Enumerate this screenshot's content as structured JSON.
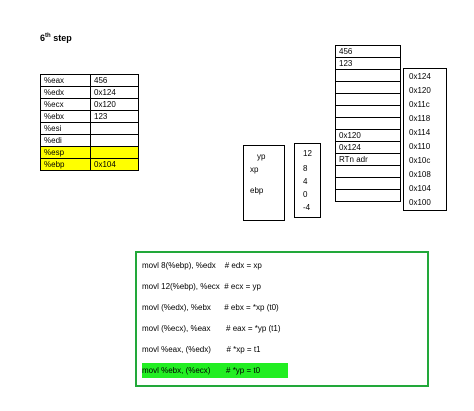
{
  "title": {
    "number": "6",
    "suffix": "th",
    "word": "step"
  },
  "registers": [
    {
      "name": "%eax",
      "value": "456"
    },
    {
      "name": "%edx",
      "value": "0x124"
    },
    {
      "name": "%ecx",
      "value": "0x120"
    },
    {
      "name": "%ebx",
      "value": "123"
    },
    {
      "name": "%esi",
      "value": ""
    },
    {
      "name": "%edi",
      "value": ""
    },
    {
      "name": "%esp",
      "value": ""
    },
    {
      "name": "%ebp",
      "value": "0x104"
    }
  ],
  "highlight_color": "#ffff00",
  "args": {
    "labels": [
      "yp",
      "xp",
      "ebp"
    ],
    "offsets": [
      "12",
      "8",
      "4",
      "0",
      "-4"
    ]
  },
  "stack": {
    "above": [
      "456",
      "123"
    ],
    "cells": [
      "",
      "",
      "",
      "",
      "",
      "0x120",
      "0x124",
      "RTn adr",
      "",
      "",
      ""
    ],
    "addresses": [
      "0x124",
      "0x120",
      "0x11c",
      "0x118",
      "0x114",
      "0x110",
      "0x10c",
      "0x108",
      "0x104",
      "0x100"
    ]
  },
  "code": {
    "border_color": "#22a83a",
    "current_color": "#22ee22",
    "lines": [
      "movl 8(%ebp), %edx    # edx = xp",
      "movl 12(%ebp), %ecx  # ecx = yp",
      "movl (%edx), %ebx      # ebx = *xp (t0)",
      "movl (%ecx), %eax       # eax = *yp (t1)",
      "movl %eax, (%edx)       # *xp = t1",
      "movl %ebx, (%ecx)       # *yp = t0"
    ]
  }
}
